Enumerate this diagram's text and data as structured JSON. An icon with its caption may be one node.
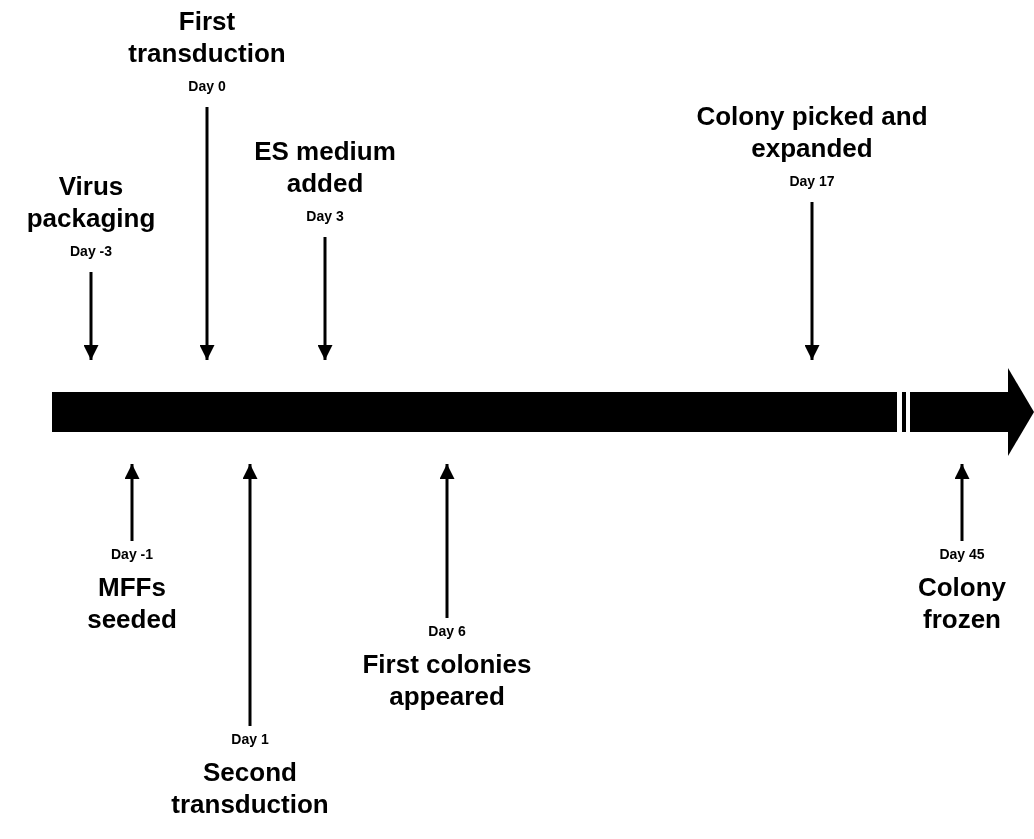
{
  "diagram": {
    "nodes": [
      {
        "text": [],
        "shape": "bar"
      },
      {
        "text": [
          "Virus packaging",
          "Day -3"
        ]
      },
      {
        "text": [
          "Day -1",
          "MFFs seeded"
        ]
      },
      {
        "text": [
          "First transduction",
          "Day 0"
        ]
      },
      {
        "text": [
          "Day 1",
          "Second transduction"
        ]
      },
      {
        "text": [
          "ES medium added",
          "Day 3"
        ]
      },
      {
        "text": [
          "Day 6",
          "First colonies appeared"
        ]
      },
      {
        "text": [
          "Colony picked and expanded",
          "Day 17"
        ]
      },
      {
        "text": [
          "Day 45",
          "Colony frozen"
        ]
      }
    ],
    "edges": [
      {
        "from": 1,
        "to": 0,
        "arrow": "to"
      },
      {
        "from": 2,
        "to": 0,
        "arrow": "to"
      },
      {
        "from": 3,
        "to": 0,
        "arrow": "to"
      },
      {
        "from": 4,
        "to": 0,
        "arrow": "to"
      },
      {
        "from": 5,
        "to": 0,
        "arrow": "to"
      },
      {
        "from": 6,
        "to": 0,
        "arrow": "to"
      },
      {
        "from": 7,
        "to": 0,
        "arrow": "to"
      },
      {
        "from": 8,
        "to": 0,
        "arrow": "to"
      }
    ]
  }
}
